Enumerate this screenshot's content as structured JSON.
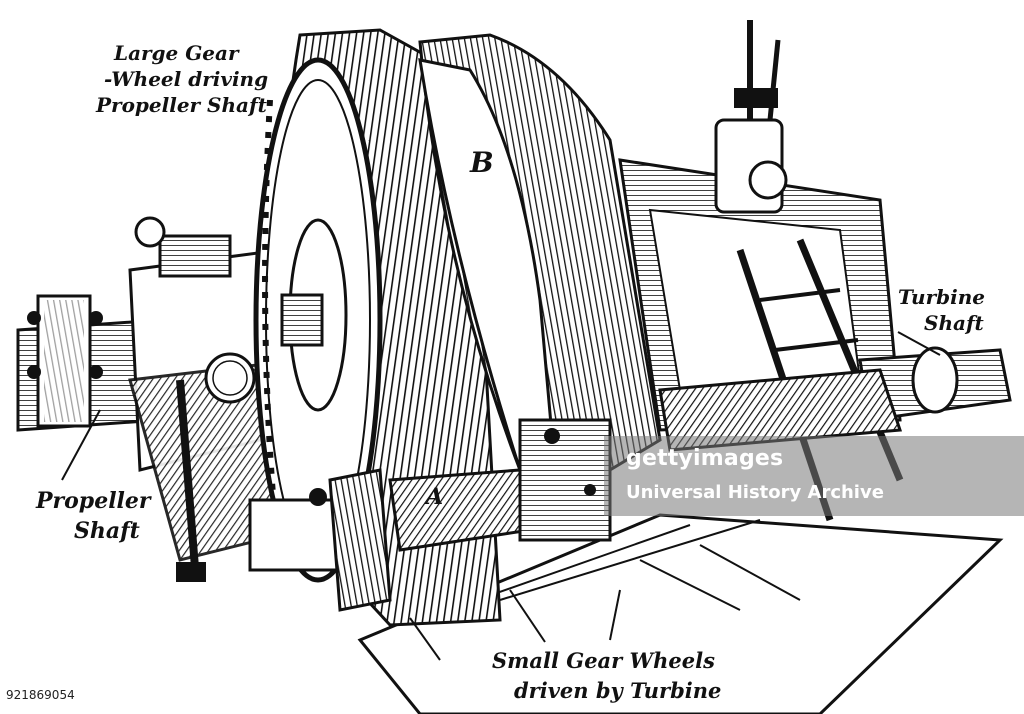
{
  "labels": {
    "large_gear": [
      "Large Gear",
      "-Wheel driving",
      "Propeller Shaft"
    ],
    "turbine_shaft": [
      "Turbine",
      "Shaft"
    ],
    "propeller_shaft": [
      "Propeller",
      "Shaft"
    ],
    "small_gears": [
      "Small Gear Wheels",
      "driven by Turbine"
    ]
  },
  "letters": {
    "a": "A",
    "b": "B"
  },
  "watermark": {
    "brand": "gettyimages",
    "credit": "Universal History Archive"
  },
  "image_id": "921869054"
}
